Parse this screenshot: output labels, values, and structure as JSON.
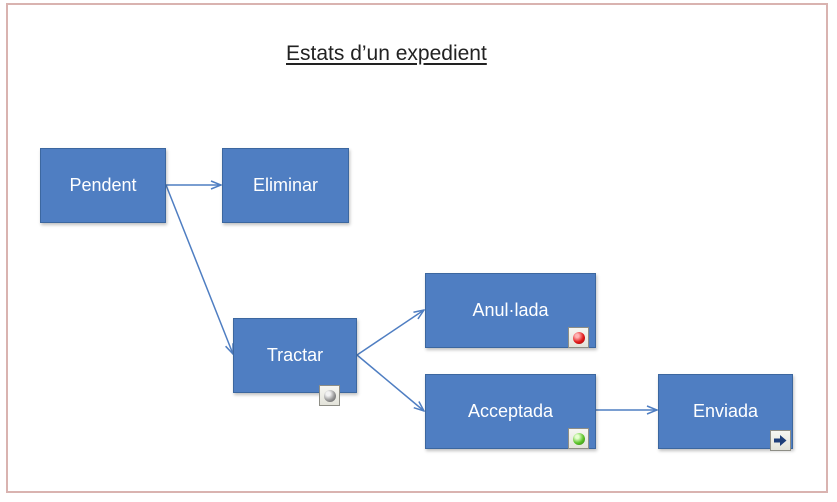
{
  "diagram": {
    "title": "Estats d’un expedient",
    "colors": {
      "node_fill": "#4f7ec2",
      "node_text": "#ffffff",
      "arrow": "#4f7ec2",
      "frame": "#d9b3b0"
    },
    "nodes": {
      "pendent": {
        "label": "Pendent"
      },
      "eliminar": {
        "label": "Eliminar"
      },
      "tractar": {
        "label": "Tractar",
        "badge_icon": "gray-circle-icon"
      },
      "anullada": {
        "label": "Anul·lada",
        "badge_icon": "red-circle-icon"
      },
      "acceptada": {
        "label": "Acceptada",
        "badge_icon": "green-circle-icon"
      },
      "enviada": {
        "label": "Enviada",
        "badge_icon": "right-arrow-icon"
      }
    },
    "edges": [
      {
        "from": "pendent",
        "to": "eliminar"
      },
      {
        "from": "pendent",
        "to": "tractar"
      },
      {
        "from": "tractar",
        "to": "anullada"
      },
      {
        "from": "tractar",
        "to": "acceptada"
      },
      {
        "from": "acceptada",
        "to": "enviada"
      }
    ]
  }
}
